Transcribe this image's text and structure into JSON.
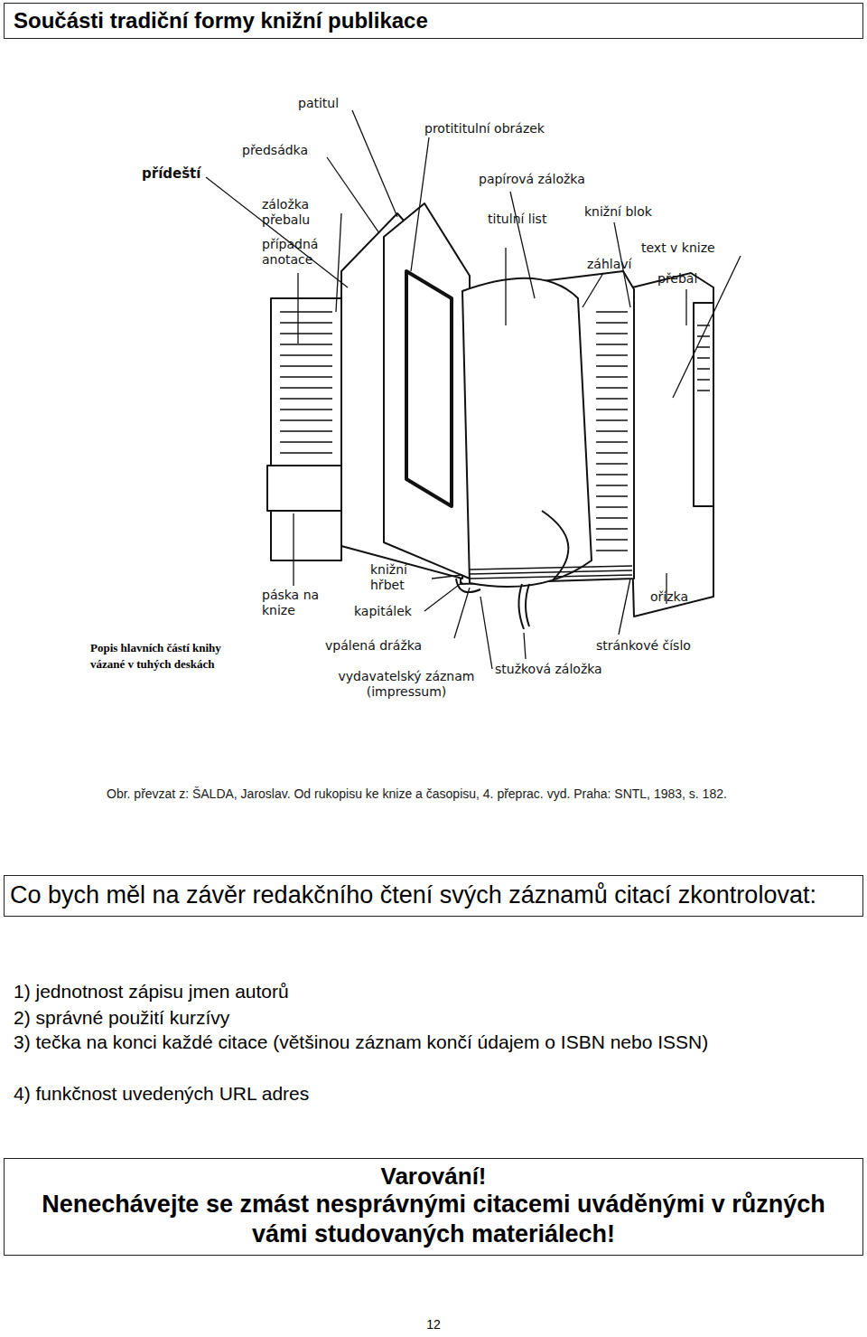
{
  "diagram": {
    "title": "Součásti tradiční formy knižní publikace",
    "caption": "Obr. převzat z: ŠALDA, Jaroslav. Od rukopisu ke knize a časopisu, 4. přeprac. vyd. Praha: SNTL, 1983, s. 182.",
    "nodes": [
      {
        "text": [
          "Co bych měl na závěr redakčního čtení svých záznamů citací zkontrolovat:"
        ]
      },
      {
        "text": [
          "Varování!",
          "Nenechávejte se zmást nesprávnými citacemi uváděnými v různých vámi studovaných materiálech!"
        ]
      }
    ],
    "labels": [
      "patitul",
      "protititulní obrázek",
      "předsádka",
      "přídeští",
      "záložka přebalu",
      "případná anotace",
      "papírová záložka",
      "titulní list",
      "knižní blok",
      "text v knize",
      "záhlaví",
      "přebal",
      "knižní hřbet",
      "páska na knize",
      "kapitálek",
      "ořízka",
      "vpálená drážka",
      "stránkové číslo",
      "vydavatelský záznam (impressum)",
      "stužková záložka",
      "Popis hlavních částí knihy vázané v tuhých deskách",
      "1) jednotnost zápisu jmen autorů",
      "2) správné použití kurzívy",
      "3) tečka na konci každé citace (většinou záznam končí údajem o ISBN nebo ISSN)",
      "4) funkčnost uvedených URL adres",
      "12"
    ]
  }
}
